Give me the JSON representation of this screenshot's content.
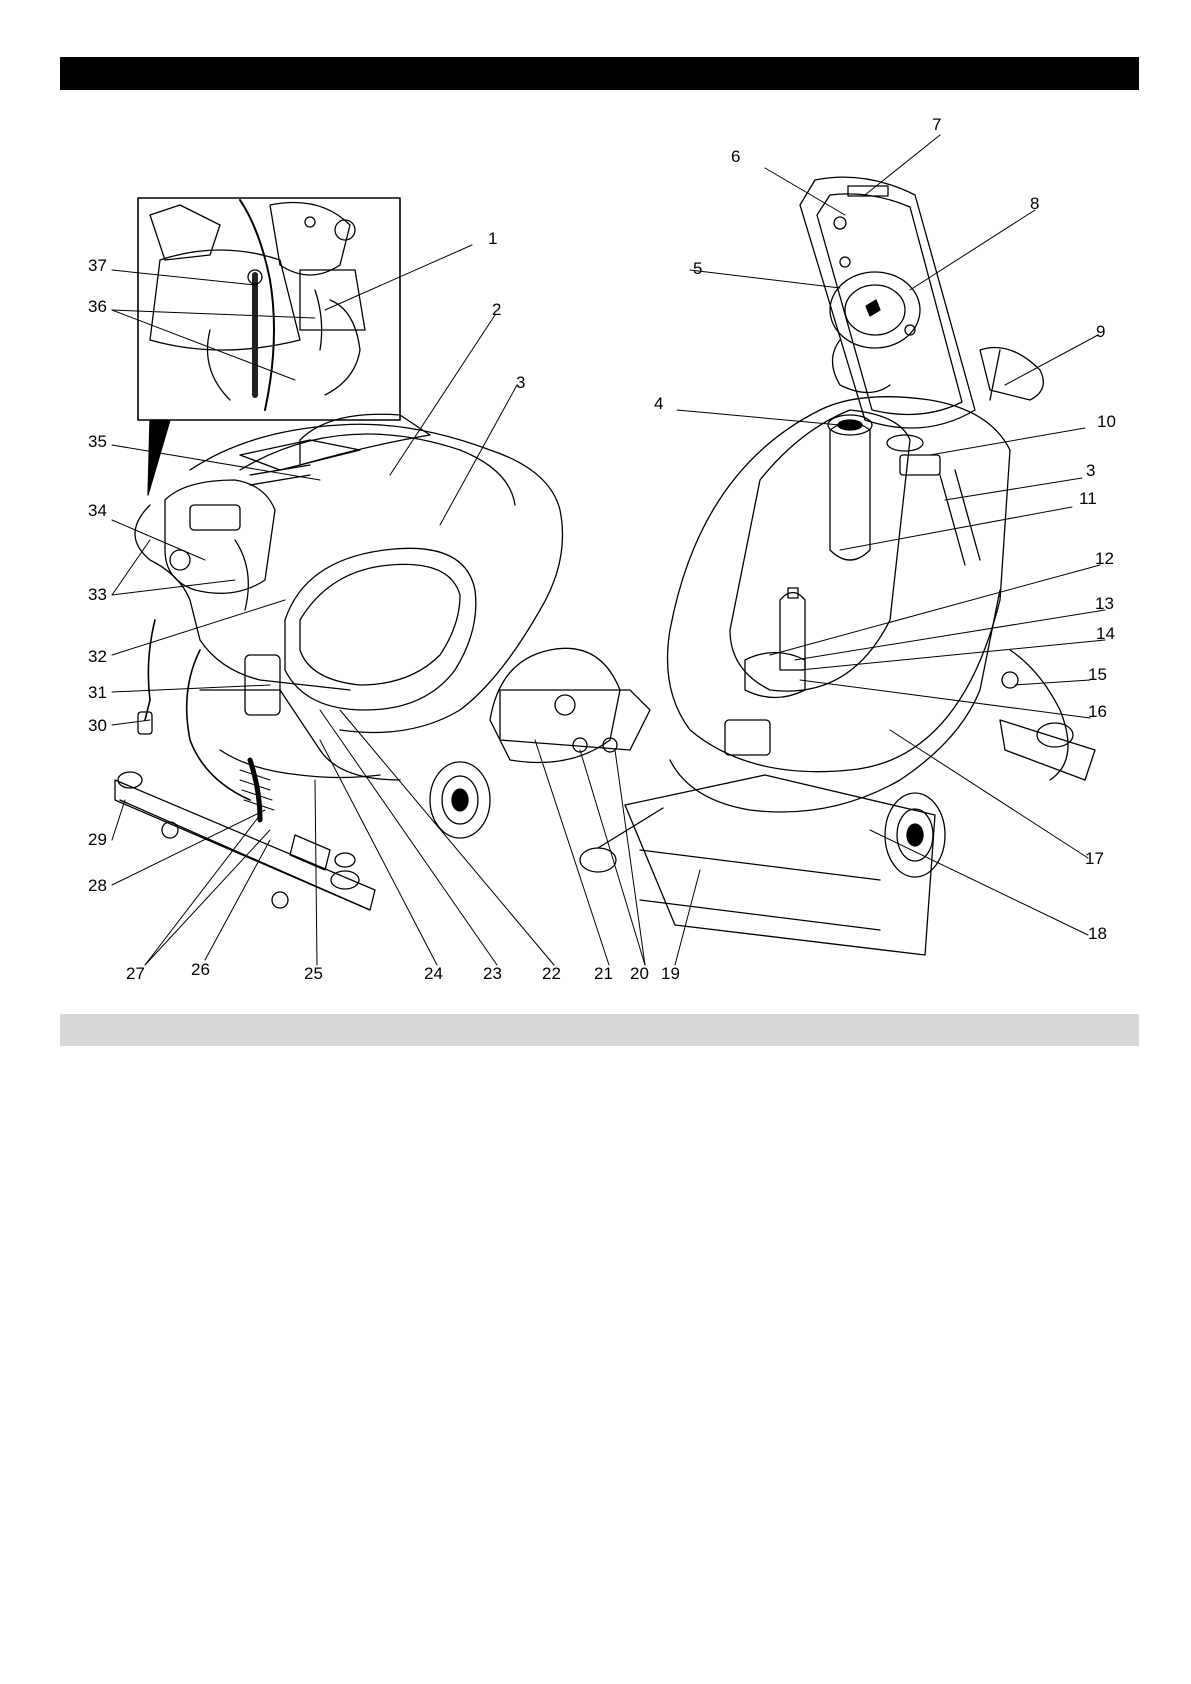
{
  "callouts": [
    {
      "label": "1"
    },
    {
      "label": "2"
    },
    {
      "label": "3"
    },
    {
      "label": "4"
    },
    {
      "label": "5"
    },
    {
      "label": "6"
    },
    {
      "label": "7"
    },
    {
      "label": "8"
    },
    {
      "label": "9"
    },
    {
      "label": "10"
    },
    {
      "label": "3"
    },
    {
      "label": "11"
    },
    {
      "label": "12"
    },
    {
      "label": "13"
    },
    {
      "label": "14"
    },
    {
      "label": "15"
    },
    {
      "label": "16"
    },
    {
      "label": "17"
    },
    {
      "label": "18"
    },
    {
      "label": "19"
    },
    {
      "label": "20"
    },
    {
      "label": "21"
    },
    {
      "label": "22"
    },
    {
      "label": "23"
    },
    {
      "label": "24"
    },
    {
      "label": "25"
    },
    {
      "label": "26"
    },
    {
      "label": "27"
    },
    {
      "label": "28"
    },
    {
      "label": "29"
    },
    {
      "label": "30"
    },
    {
      "label": "31"
    },
    {
      "label": "32"
    },
    {
      "label": "33"
    },
    {
      "label": "34"
    },
    {
      "label": "35"
    },
    {
      "label": "36"
    },
    {
      "label": "37"
    }
  ]
}
